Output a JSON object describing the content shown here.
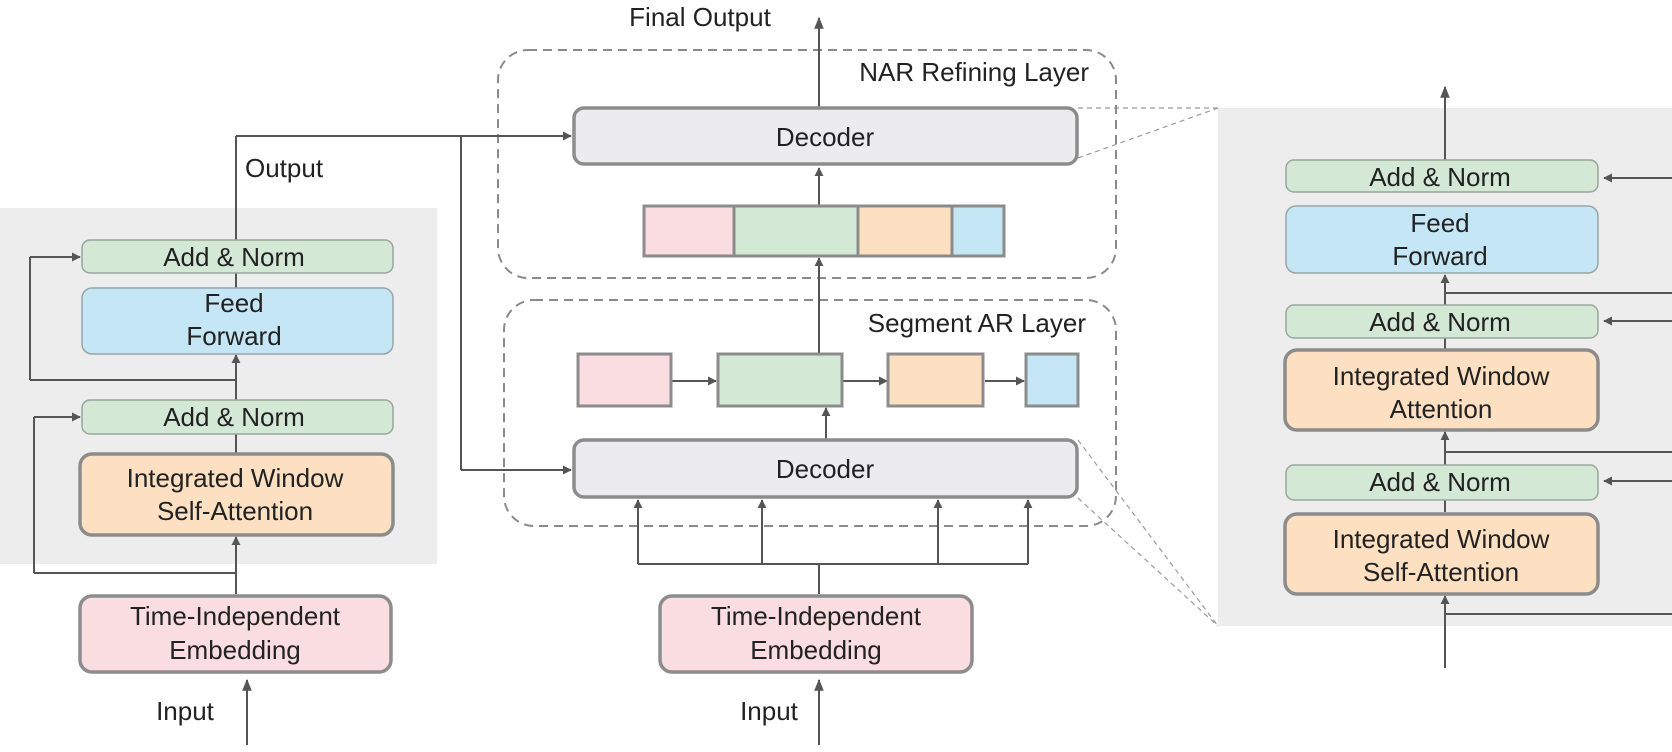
{
  "labels": {
    "final_output": "Final Output",
    "output": "Output",
    "nar_layer": "NAR Refining Layer",
    "segment_ar_layer": "Segment AR Layer",
    "input_left": "Input",
    "input_center": "Input"
  },
  "left_encoder": {
    "add_norm_top": "Add & Norm",
    "feed_forward_line1": "Feed",
    "feed_forward_line2": "Forward",
    "add_norm_bottom": "Add & Norm",
    "attention_line1": "Integrated Window",
    "attention_line2": "Self-Attention",
    "embedding_line1": "Time-Independent",
    "embedding_line2": "Embedding"
  },
  "center": {
    "decoder_top": "Decoder",
    "decoder_bottom": "Decoder",
    "embedding_line1": "Time-Independent",
    "embedding_line2": "Embedding"
  },
  "right_decoder": {
    "add_norm_top": "Add & Norm",
    "feed_forward_line1": "Feed",
    "feed_forward_line2": "Forward",
    "add_norm_mid": "Add & Norm",
    "cross_attention_line1": "Integrated Window",
    "cross_attention_line2": "Attention",
    "add_norm_bottom": "Add & Norm",
    "self_attention_line1": "Integrated Window",
    "self_attention_line2": "Self-Attention"
  },
  "colors": {
    "panel_gray": "#ededed",
    "add_norm_green": "#d3e9d6",
    "feed_forward_blue": "#c5e7f5",
    "attention_orange": "#fde0c2",
    "embedding_pink": "#f9dde0",
    "decoder_gray": "#ececef",
    "segment_pink": "#f9dde0",
    "segment_green": "#d3e9d6",
    "segment_orange": "#fde0c2",
    "segment_blue": "#c5e7f5",
    "line": "#555555",
    "dashed": "#8a8a8a"
  }
}
